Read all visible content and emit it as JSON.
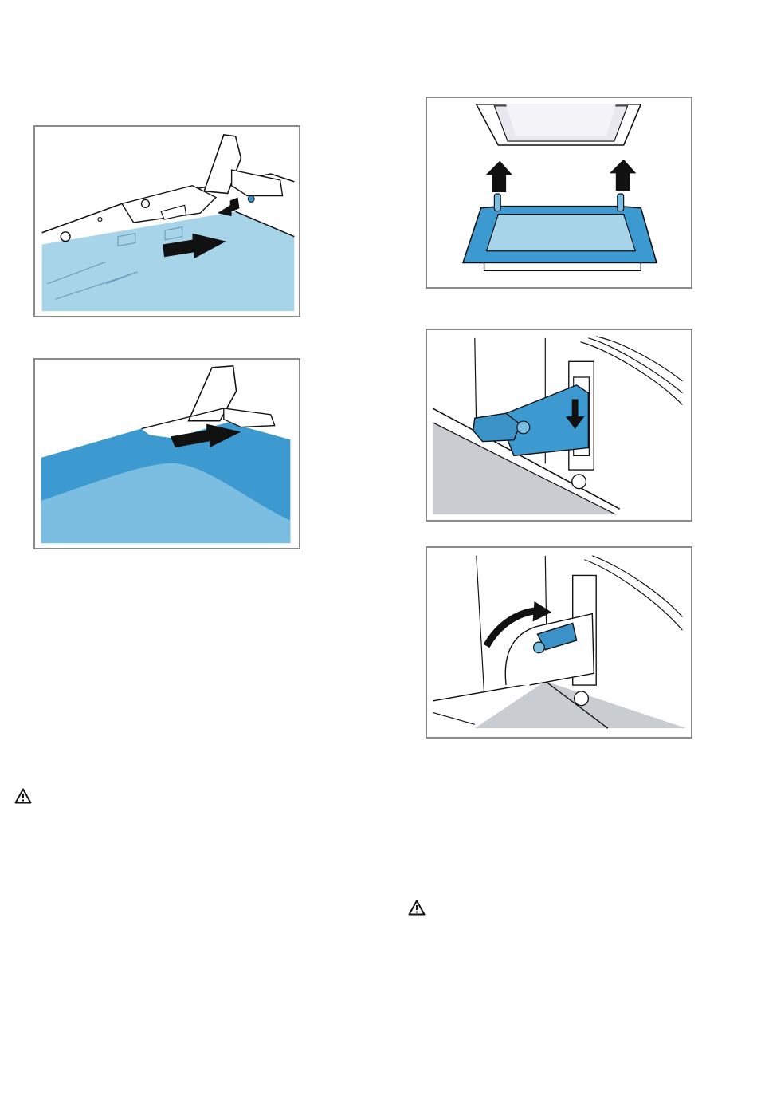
{
  "colors": {
    "door_glass_light": "#a8d4ea",
    "door_panel": "#3d9ad0",
    "door_panel_light": "#7cbde2",
    "hinge_blue": "#3a92c6",
    "oven_floor_grey": "#c9cdd1",
    "frame_border": "#8a8a8a",
    "arrow": "#111111"
  },
  "figures": [
    {
      "id": "fig-1",
      "depicts": "door-hinge-clip-slide-in"
    },
    {
      "id": "fig-2",
      "depicts": "door-cover-push-in"
    },
    {
      "id": "fig-3",
      "depicts": "door-lift-onto-hinges"
    },
    {
      "id": "fig-4",
      "depicts": "hinge-insert-into-slot"
    },
    {
      "id": "fig-5",
      "depicts": "hinge-lever-fold-back"
    }
  ],
  "icons": [
    "warning-triangle-icon",
    "warning-triangle-icon"
  ]
}
